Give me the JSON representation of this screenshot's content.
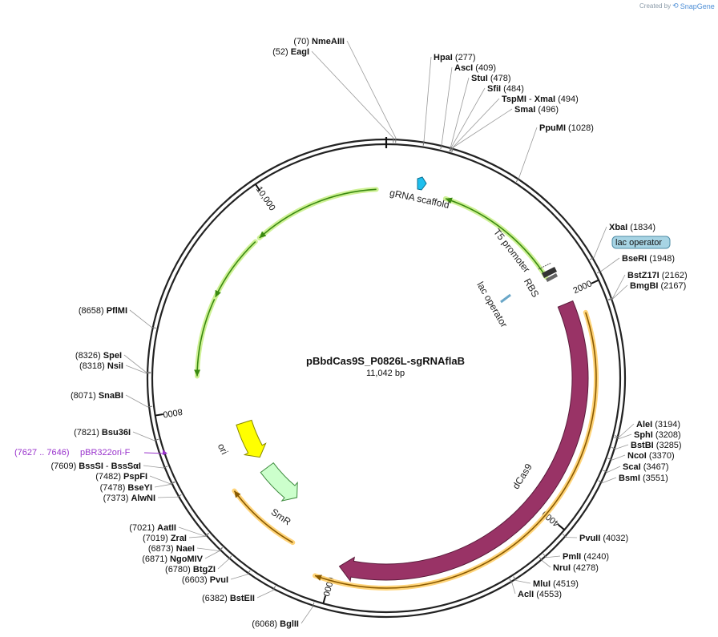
{
  "credit": {
    "prefix": "Created by",
    "brand": "SnapGene"
  },
  "plasmid": {
    "name": "pBbdCas9S_P0826L-sgRNAflaB",
    "length_label": "11,042 bp",
    "length": 11042
  },
  "ticks": [
    {
      "label": "2000",
      "pos": 2000
    },
    {
      "label": "4000",
      "pos": 4000
    },
    {
      "label": "6000",
      "pos": 6000
    },
    {
      "label": "8000",
      "pos": 8000
    },
    {
      "label": "10,000",
      "pos": 10000
    }
  ],
  "features": [
    {
      "id": "dcas9",
      "label": "dCas9",
      "color": "#993366"
    },
    {
      "id": "smr",
      "label": "SmR",
      "color": "#ccffcc"
    },
    {
      "id": "ori",
      "label": "ori",
      "color": "#ffff00"
    },
    {
      "id": "grna",
      "label": "gRNA scaffold",
      "color": "#1fbfee"
    },
    {
      "id": "t5",
      "label": "T5 promoter"
    },
    {
      "id": "rbs",
      "label": "RBS"
    },
    {
      "id": "lacop",
      "label": "lac operator"
    }
  ],
  "sites": [
    {
      "id": "nmeaiii",
      "name": "NmeAIII",
      "pos": "(70)"
    },
    {
      "id": "eagi",
      "name": "EagI",
      "pos": "(52)"
    },
    {
      "id": "hpai",
      "name": "HpaI",
      "pos": "(277)"
    },
    {
      "id": "asci",
      "name": "AscI",
      "pos": "(409)"
    },
    {
      "id": "stui",
      "name": "StuI",
      "pos": "(478)"
    },
    {
      "id": "sfii",
      "name": "SfiI",
      "pos": "(484)"
    },
    {
      "id": "tspmi",
      "name": "TspMI",
      "name2": "XmaI",
      "sep": "-",
      "pos": "(494)"
    },
    {
      "id": "smai",
      "name": "SmaI",
      "pos": "(496)"
    },
    {
      "id": "ppumi",
      "name": "PpuMI",
      "pos": "(1028)"
    },
    {
      "id": "xbai",
      "name": "XbaI",
      "pos": "(1834)"
    },
    {
      "id": "beseri",
      "name": "BseRI",
      "pos": "(1948)"
    },
    {
      "id": "bstz17i",
      "name": "BstZ17I",
      "pos": "(2162)"
    },
    {
      "id": "bmgbi",
      "name": "BmgBI",
      "pos": "(2167)"
    },
    {
      "id": "alei",
      "name": "AleI",
      "pos": "(3194)"
    },
    {
      "id": "sphi",
      "name": "SphI",
      "pos": "(3208)"
    },
    {
      "id": "bstbi",
      "name": "BstBI",
      "pos": "(3285)"
    },
    {
      "id": "ncoi",
      "name": "NcoI",
      "pos": "(3370)"
    },
    {
      "id": "scai",
      "name": "ScaI",
      "pos": "(3467)"
    },
    {
      "id": "bsmi",
      "name": "BsmI",
      "pos": "(3551)"
    },
    {
      "id": "pvuii",
      "name": "PvuII",
      "pos": "(4032)"
    },
    {
      "id": "pmli",
      "name": "PmlI",
      "pos": "(4240)"
    },
    {
      "id": "nrui",
      "name": "NruI",
      "pos": "(4278)"
    },
    {
      "id": "mlui",
      "name": "MluI",
      "pos": "(4519)"
    },
    {
      "id": "acli",
      "name": "AclI",
      "pos": "(4553)"
    },
    {
      "id": "bglii",
      "name": "BglII",
      "pos": "(6068)"
    },
    {
      "id": "bsteii",
      "name": "BstEII",
      "pos": "(6382)"
    },
    {
      "id": "pvui",
      "name": "PvuI",
      "pos": "(6603)"
    },
    {
      "id": "btgzi",
      "name": "BtgZI",
      "pos": "(6780)"
    },
    {
      "id": "ngomiv",
      "name": "NgoMIV",
      "pos": "(6871)"
    },
    {
      "id": "naei",
      "name": "NaeI",
      "pos": "(6873)"
    },
    {
      "id": "zrai",
      "name": "ZraI",
      "pos": "(7019)"
    },
    {
      "id": "aatii",
      "name": "AatII",
      "pos": "(7021)"
    },
    {
      "id": "alwni",
      "name": "AlwNI",
      "pos": "(7373)"
    },
    {
      "id": "bseyi",
      "name": "BseYI",
      "pos": "(7478)"
    },
    {
      "id": "pspfi",
      "name": "PspFI",
      "pos": "(7482)"
    },
    {
      "id": "bsssi",
      "name": "BssSI",
      "name2": "BssSαI",
      "sep": "-",
      "pos": "(7609)"
    },
    {
      "id": "bsu36i",
      "name": "Bsu36I",
      "pos": "(7821)"
    },
    {
      "id": "snabi",
      "name": "SnaBI",
      "pos": "(8071)"
    },
    {
      "id": "nsii",
      "name": "NsiI",
      "pos": "(8318)"
    },
    {
      "id": "spei",
      "name": "SpeI",
      "pos": "(8326)"
    },
    {
      "id": "pflmi",
      "name": "PflMI",
      "pos": "(8658)"
    }
  ],
  "primer": {
    "range": "(7627 .. 7646)",
    "name": "pBR322ori-F",
    "color": "#9933cc"
  }
}
